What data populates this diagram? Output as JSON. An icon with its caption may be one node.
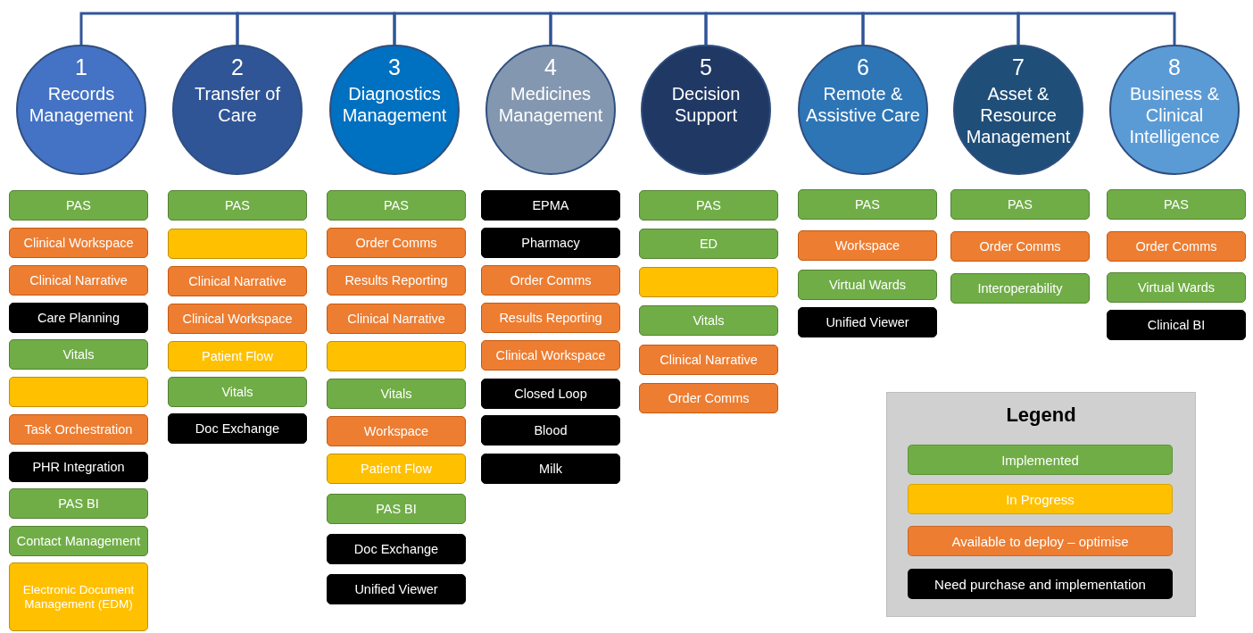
{
  "diagram": {
    "nodes": [
      {
        "text": [
          "1",
          "Records Management"
        ]
      },
      {
        "text": [
          "2",
          "Transfer of Care"
        ]
      },
      {
        "text": [
          "3",
          "Diagnostics Management"
        ]
      },
      {
        "text": [
          "4",
          "Medicines Management"
        ]
      },
      {
        "text": [
          "5",
          "Decision Support"
        ]
      },
      {
        "text": [
          "6",
          "Remote & Assistive Care"
        ]
      },
      {
        "text": [
          "7",
          "Asset & Resource Management"
        ]
      },
      {
        "text": [
          "8",
          "Business & Clinical Intelligence"
        ]
      },
      {
        "text": [
          "PAS"
        ]
      },
      {
        "text": [
          "Clinical Workspace"
        ]
      },
      {
        "text": [
          "Clinical Narrative"
        ]
      },
      {
        "text": [
          "Care Planning"
        ]
      },
      {
        "text": [
          "Vitals"
        ]
      },
      {
        "text": [],
        "shape": "box"
      },
      {
        "text": [
          "Task Orchestration"
        ]
      },
      {
        "text": [
          "PHR Integration"
        ]
      },
      {
        "text": [
          "PAS BI"
        ]
      },
      {
        "text": [
          "Contact Management"
        ]
      },
      {
        "text": [
          "Electronic Document Management (EDM)"
        ]
      },
      {
        "text": [
          "PAS"
        ]
      },
      {
        "text": [],
        "shape": "box"
      },
      {
        "text": [
          "Clinical Narrative"
        ]
      },
      {
        "text": [
          "Clinical Workspace"
        ]
      },
      {
        "text": [
          "Patient Flow"
        ]
      },
      {
        "text": [
          "Vitals"
        ]
      },
      {
        "text": [
          "Doc Exchange"
        ]
      },
      {
        "text": [
          "PAS"
        ]
      },
      {
        "text": [
          "Order Comms"
        ]
      },
      {
        "text": [
          "Results Reporting"
        ]
      },
      {
        "text": [
          "Clinical Narrative"
        ]
      },
      {
        "text": [],
        "shape": "box"
      },
      {
        "text": [
          "Vitals"
        ]
      },
      {
        "text": [
          "Workspace"
        ]
      },
      {
        "text": [
          "Patient Flow"
        ]
      },
      {
        "text": [
          "PAS BI"
        ]
      },
      {
        "text": [
          "Doc Exchange"
        ]
      },
      {
        "text": [
          "Unified Viewer"
        ]
      },
      {
        "text": [
          "EPMA"
        ]
      },
      {
        "text": [
          "Pharmacy"
        ]
      },
      {
        "text": [
          "Order Comms"
        ]
      },
      {
        "text": [
          "Results Reporting"
        ]
      },
      {
        "text": [
          "Clinical Workspace"
        ]
      },
      {
        "text": [
          "Closed Loop"
        ]
      },
      {
        "text": [
          "Blood"
        ]
      },
      {
        "text": [
          "Milk"
        ]
      },
      {
        "text": [
          "PAS"
        ]
      },
      {
        "text": [
          "ED"
        ]
      },
      {
        "text": [],
        "shape": "box"
      },
      {
        "text": [
          "Vitals"
        ]
      },
      {
        "text": [
          "Clinical Narrative"
        ]
      },
      {
        "text": [
          "Order Comms"
        ]
      },
      {
        "text": [
          "PAS"
        ]
      },
      {
        "text": [
          "Workspace"
        ]
      },
      {
        "text": [
          "Virtual Wards"
        ]
      },
      {
        "text": [
          "Unified Viewer"
        ]
      },
      {
        "text": [
          "PAS"
        ]
      },
      {
        "text": [
          "Order Comms"
        ]
      },
      {
        "text": [
          "Interoperability"
        ]
      },
      {
        "text": [
          "PAS"
        ]
      },
      {
        "text": [
          "Order Comms"
        ]
      },
      {
        "text": [
          "Virtual Wards"
        ]
      },
      {
        "text": [
          "Clinical BI"
        ]
      }
    ],
    "edges": [
      {
        "from": 0,
        "to": 1,
        "arrow": "none"
      },
      {
        "from": 1,
        "to": 2,
        "arrow": "none"
      },
      {
        "from": 2,
        "to": 3,
        "arrow": "none"
      },
      {
        "from": 3,
        "to": 4,
        "arrow": "none"
      },
      {
        "from": 4,
        "to": 5,
        "arrow": "none"
      },
      {
        "from": 5,
        "to": 6,
        "arrow": "none"
      },
      {
        "from": 6,
        "to": 7,
        "arrow": "none"
      }
    ],
    "labels": [
      "Legend"
    ],
    "legend": [
      {
        "text": "Implemented",
        "color": "#70ad47"
      },
      {
        "text": "In Progress",
        "color": "#ffc000"
      },
      {
        "text": "Available to deploy – optimise",
        "color": "#ed7d31"
      },
      {
        "text": "Need purchase and implementation",
        "color": "#000000"
      }
    ]
  }
}
